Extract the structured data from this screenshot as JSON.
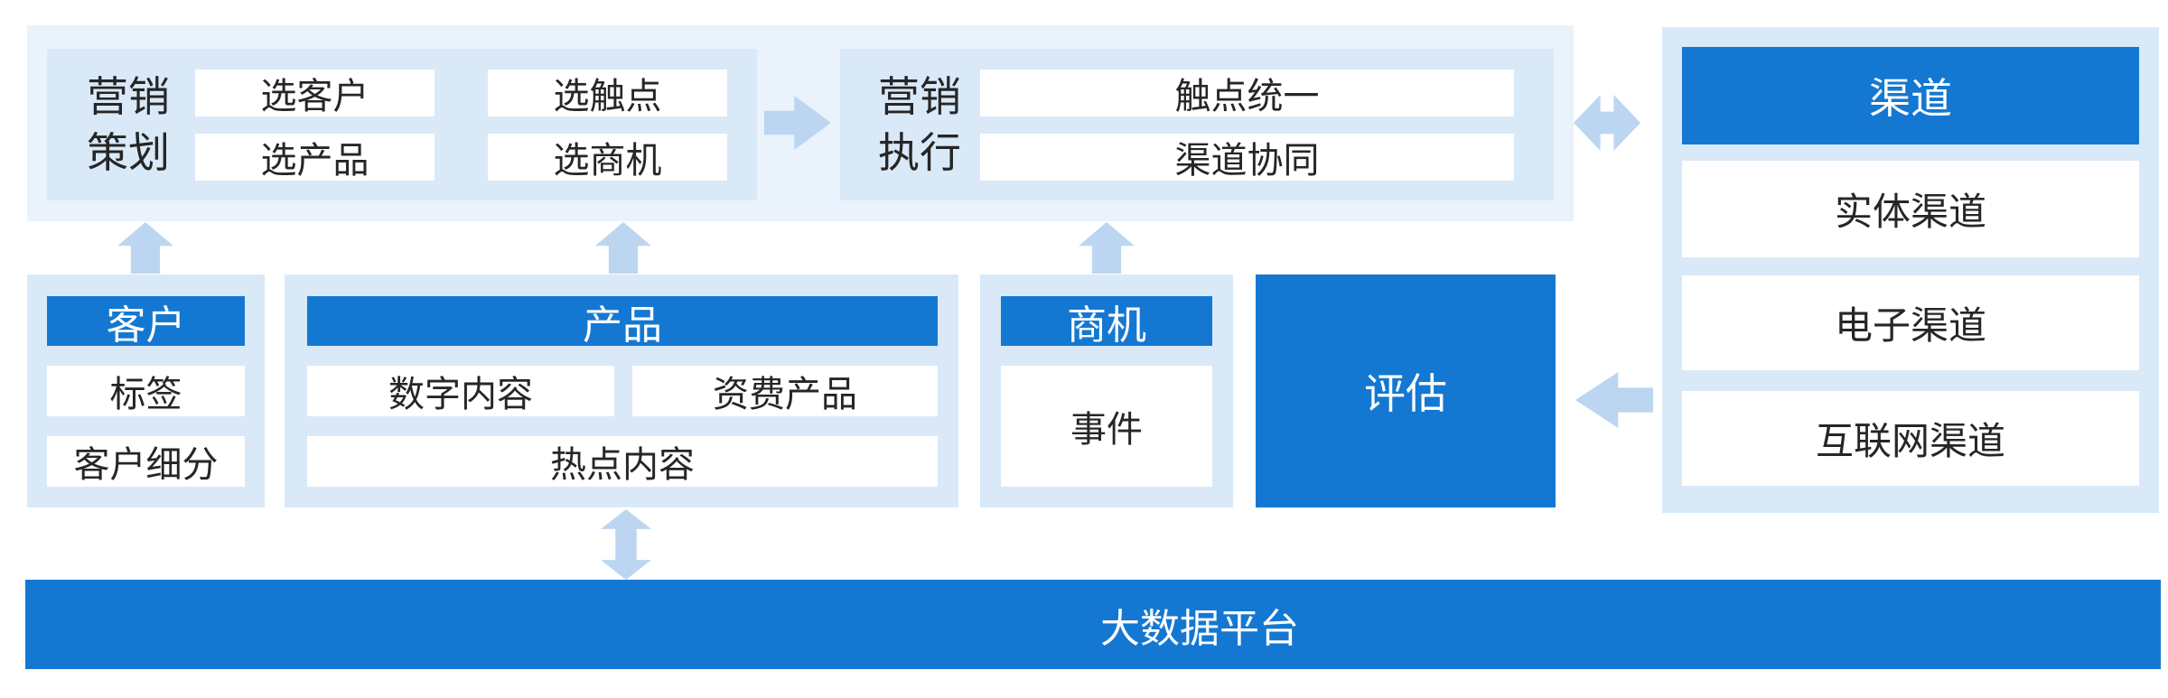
{
  "colors": {
    "primary": "#1478d2",
    "panel_light": "#d9e9f8",
    "band_light": "#eaf3fc",
    "arrow": "#bcd6f1",
    "text_dark": "#262626"
  },
  "top_band": {
    "planning": {
      "label_lines": [
        "营销",
        "策划"
      ],
      "items": [
        "选客户",
        "选触点",
        "选产品",
        "选商机"
      ]
    },
    "execution": {
      "label_lines": [
        "营销",
        "执行"
      ],
      "items": [
        "触点统一",
        "渠道协同"
      ]
    }
  },
  "channel": {
    "header": "渠道",
    "items": [
      "实体渠道",
      "电子渠道",
      "互联网渠道"
    ]
  },
  "middle": {
    "customer": {
      "header": "客户",
      "items": [
        "标签",
        "客户细分"
      ]
    },
    "product": {
      "header": "产品",
      "items": [
        "数字内容",
        "资费产品",
        "热点内容"
      ]
    },
    "opportunity": {
      "header": "商机",
      "items": [
        "事件"
      ]
    },
    "evaluation": {
      "label": "评估"
    }
  },
  "bottom": {
    "label": "大数据平台"
  },
  "arrows": {
    "plan_to_exec": "right",
    "exec_to_channel": "both-horizontal",
    "channel_to_eval": "left",
    "customer_up": "up",
    "product_up": "up",
    "opportunity_up": "up",
    "product_to_platform": "both-vertical"
  }
}
